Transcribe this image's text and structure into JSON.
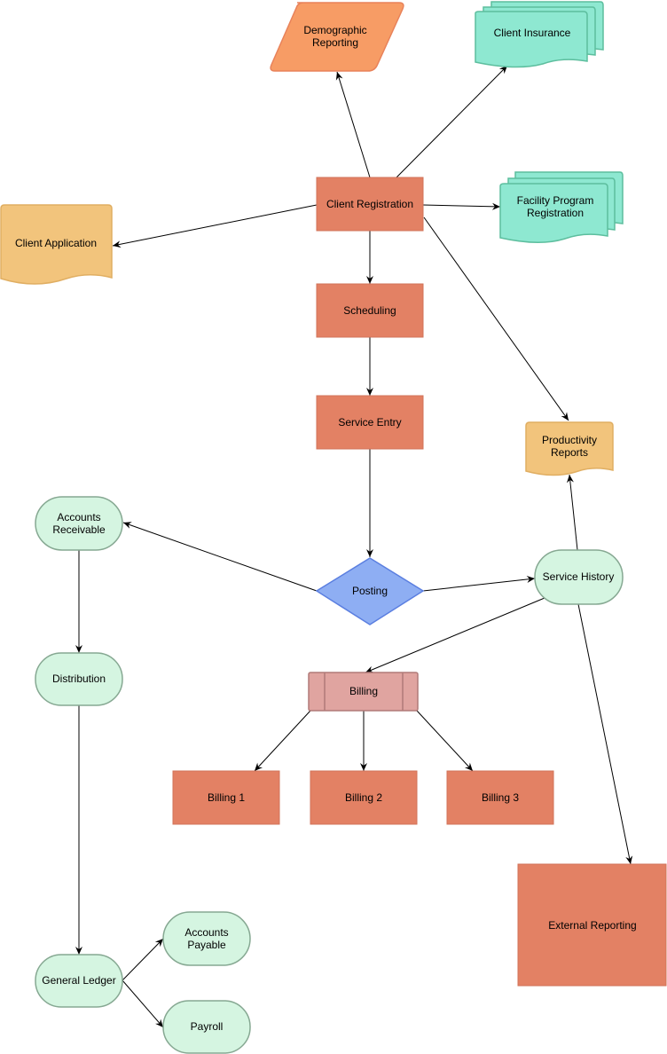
{
  "nodes": {
    "demographic_reporting": [
      "Demographic",
      "Reporting"
    ],
    "client_insurance": "Client Insurance",
    "client_registration": "Client Registration",
    "facility_program_registration": [
      "Facility Program",
      "Registration"
    ],
    "client_application": "Client Application",
    "scheduling": "Scheduling",
    "service_entry": "Service Entry",
    "productivity_reports": [
      "Productivity",
      "Reports"
    ],
    "accounts_receivable": [
      "Accounts",
      "Receivable"
    ],
    "posting": "Posting",
    "service_history": "Service History",
    "distribution": "Distribution",
    "billing": "Billing",
    "billing_1": "Billing 1",
    "billing_2": "Billing 2",
    "billing_3": "Billing 3",
    "external_reporting": "External Reporting",
    "general_ledger": "General Ledger",
    "accounts_payable": [
      "Accounts",
      "Payable"
    ],
    "payroll": "Payroll"
  },
  "colors": {
    "process": "#E38164",
    "parallelogram": "#F79C65",
    "document_teal": "#8EE8D1",
    "document_tan": "#F2C47C",
    "terminator": "#D5F5E1",
    "decision": "#8EAEF3",
    "subprocess": "#E0A4A0"
  }
}
